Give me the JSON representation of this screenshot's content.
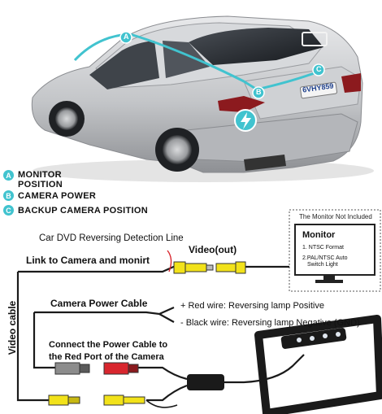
{
  "car": {
    "plate": "6VHY859",
    "callouts": [
      "A",
      "B",
      "C"
    ]
  },
  "legend": [
    {
      "badge": "A",
      "line1": "MONITOR",
      "line2": "POSITION"
    },
    {
      "badge": "B",
      "line1": "CAMERA POWER",
      "line2": ""
    },
    {
      "badge": "C",
      "line1": "BACKUP CAMERA POSITION",
      "line2": ""
    }
  ],
  "monitor": {
    "caption": "The Monitor Not Included",
    "title": "Monitor",
    "item1": "1. NTSC Format",
    "item2_line1": "2.PAL/NTSC Auto",
    "item2_line2": "Switch Light"
  },
  "wiring": {
    "car_dvd": "Car DVD Reversing Detection Line",
    "video_out": "Video(out)",
    "link": "Link to Camera and monirt",
    "video_cable": "Video cable",
    "power_cable": "Camera Power Cable",
    "red_wire": "+ Red wire: Reversing lamp Positive",
    "black_wire": "- Black wire: Reversing lamp Negative (GND)",
    "connect_line1": "Connect the Power Cable to",
    "connect_line2": "the Red Port of the Camera"
  },
  "colors": {
    "accent": "#41c3cf",
    "rca_yellow": "#f2e21a",
    "power_red": "#d8262e",
    "wire": "#1a1a1a"
  },
  "icons": [
    "car-illustration",
    "lightning-icon",
    "monitor-icon",
    "rca-connector-icon",
    "license-plate-frame-icon"
  ]
}
